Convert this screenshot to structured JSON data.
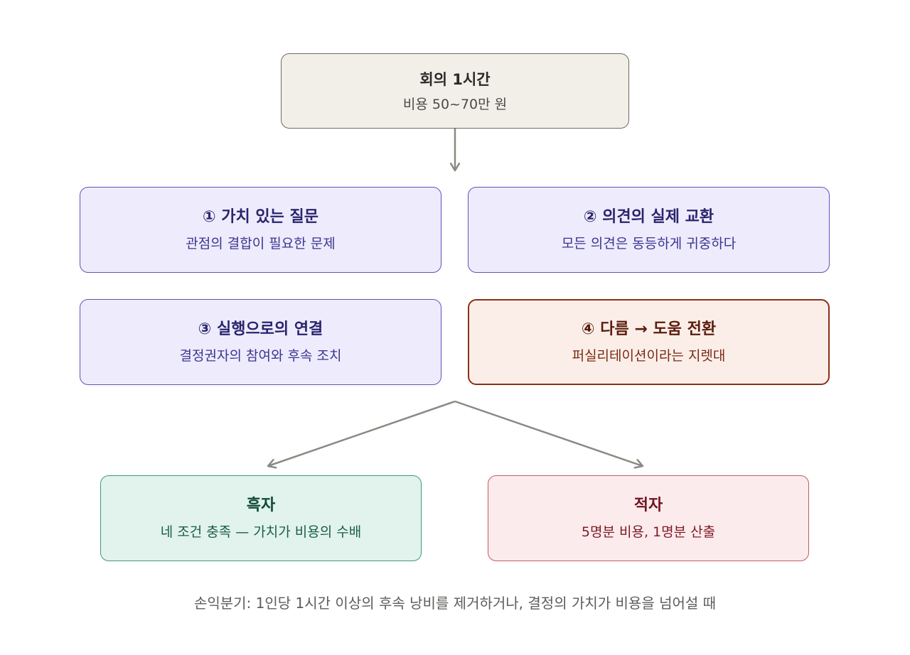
{
  "top": {
    "title": "회의 1시간",
    "subtitle": "비용 50~70만 원"
  },
  "conditions": [
    {
      "title": "① 가치 있는 질문",
      "subtitle": "관점의 결합이 필요한 문제"
    },
    {
      "title": "② 의견의 실제 교환",
      "subtitle": "모든 의견은 동등하게 귀중하다"
    },
    {
      "title": "③ 실행으로의 연결",
      "subtitle": "결정권자의 참여와 후속 조치"
    },
    {
      "title": "④ 다름 → 도움 전환",
      "subtitle": "퍼실리테이션이라는 지렛대"
    }
  ],
  "outcomes": {
    "surplus": {
      "title": "흑자",
      "subtitle": "네 조건 충족 — 가치가 비용의 수배"
    },
    "deficit": {
      "title": "적자",
      "subtitle": "5명분 비용, 1명분 산출"
    }
  },
  "footnote": "손익분기: 1인당 1시간 이상의 후속 낭비를 제거하거나, 결정의 가치가 비용을 넘어설 때",
  "colors": {
    "arrow": "#8a8a84",
    "condition_border": "#5b56b8",
    "condition_fill": "#eeecfc",
    "highlight_border": "#8a3015",
    "highlight_fill": "#fbeee9",
    "surplus_fill": "#e1f3ec",
    "deficit_fill": "#fcebec"
  }
}
